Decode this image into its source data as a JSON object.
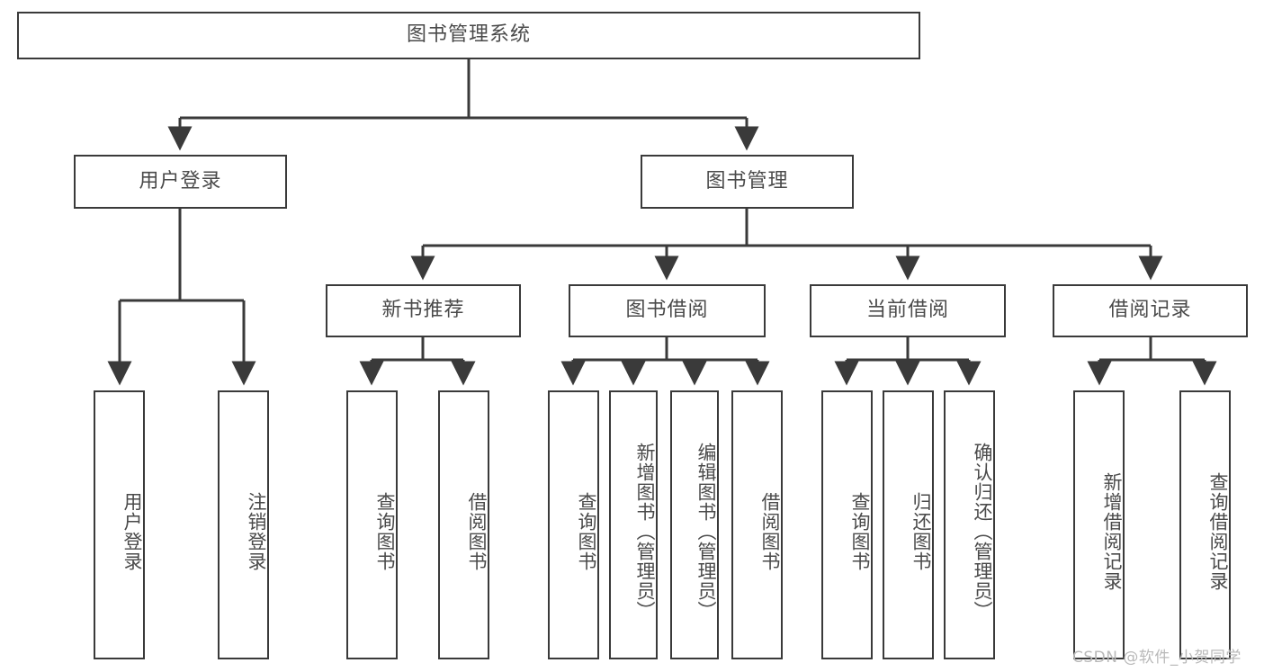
{
  "diagram": {
    "title": "图书管理系统",
    "watermark": "CSDN @软件_小贺同学",
    "colors": {
      "border": "#3a3a3a",
      "text": "#4a4a4a",
      "background": "#ffffff",
      "watermark": "#b9b9b9"
    }
  },
  "nodes": {
    "root": {
      "label": "图书管理系统"
    },
    "level1": [
      {
        "label": "用户登录"
      },
      {
        "label": "图书管理"
      }
    ],
    "level2": [
      {
        "label": "新书推荐"
      },
      {
        "label": "图书借阅"
      },
      {
        "label": "当前借阅"
      },
      {
        "label": "借阅记录"
      }
    ],
    "leaves": {
      "user_login": [
        {
          "label": "用户登录"
        },
        {
          "label": "注销登录"
        }
      ],
      "new_book": [
        {
          "label": "查询图书"
        },
        {
          "label": "借阅图书"
        }
      ],
      "book_borrow": [
        {
          "label": "查询图书"
        },
        {
          "label": "新增图书（管理员）"
        },
        {
          "label": "编辑图书（管理员）"
        },
        {
          "label": "借阅图书"
        }
      ],
      "current_borrow": [
        {
          "label": "查询图书"
        },
        {
          "label": "归还图书"
        },
        {
          "label": "确认归还（管理员）"
        }
      ],
      "borrow_record": [
        {
          "label": "新增借阅记录"
        },
        {
          "label": "查询借阅记录"
        }
      ]
    }
  }
}
